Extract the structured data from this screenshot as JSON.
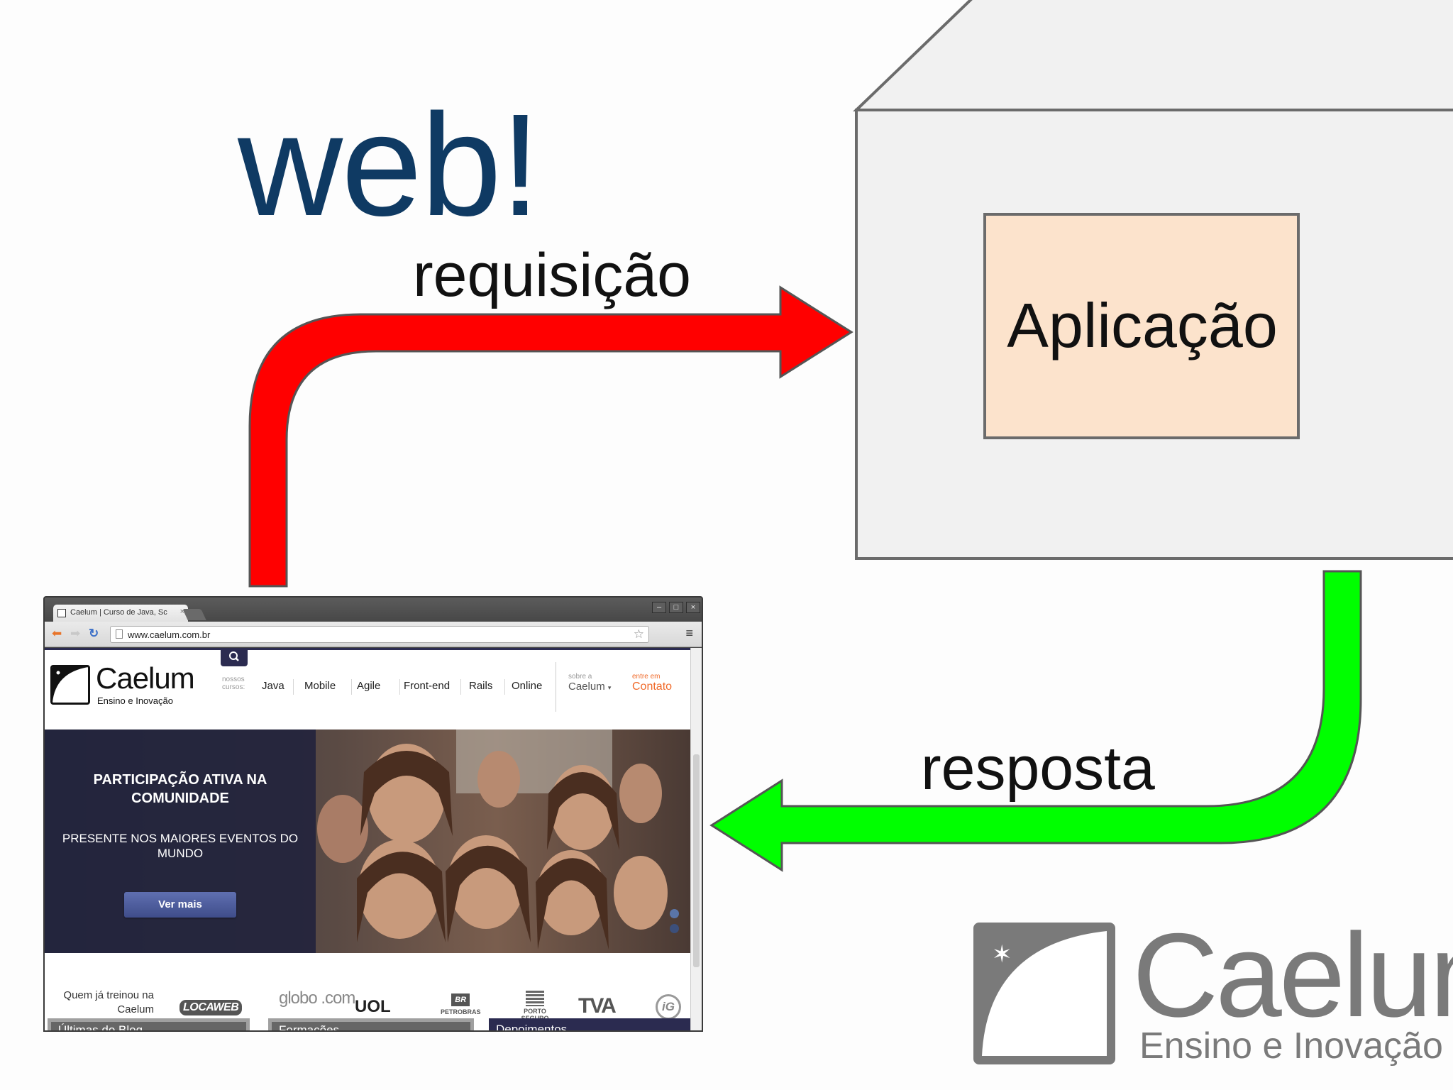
{
  "diagram": {
    "title": "web!",
    "request_label": "requisição",
    "response_label": "resposta",
    "server_box_label": "Aplicação"
  },
  "colors": {
    "title": "#0f3a63",
    "request_arrow": "#ff0000",
    "response_arrow": "#00ff00",
    "server": "#f1f1f1",
    "app_box": "#fce3cc"
  },
  "browser": {
    "tab_title": "Caelum | Curso de Java, Sc",
    "tab_close": "×",
    "url": "www.caelum.com.br",
    "window_buttons": [
      "–",
      "□",
      "×"
    ],
    "site": {
      "logo_name": "Caelum",
      "logo_tagline": "Ensino e Inovação",
      "nav_prefix": "nossos cursos:",
      "nav_items": [
        "Java",
        "Mobile",
        "Agile",
        "Front-end",
        "Rails",
        "Online"
      ],
      "sobre_small": "sobre a",
      "sobre_big": "Caelum",
      "contato_small": "entre em",
      "contato_big": "Contato",
      "hero": {
        "headline": "PARTICIPAÇÃO ATIVA NA COMUNIDADE",
        "subheadline": "PRESENTE NOS MAIORES EVENTOS DO MUNDO",
        "button": "Ver mais"
      },
      "clients_label": "Quem já treinou na Caelum",
      "client_logos": [
        "LOCAWEB",
        "globo .com",
        "UOL",
        "PETROBRAS",
        "PORTO SEGURO",
        "TVA",
        "iG"
      ],
      "sections": [
        "Últimas do Blog",
        "Formações",
        "Depoimentos"
      ]
    }
  },
  "corporate_logo": {
    "name": "Caelum",
    "tagline": "Ensino e Inovação"
  }
}
